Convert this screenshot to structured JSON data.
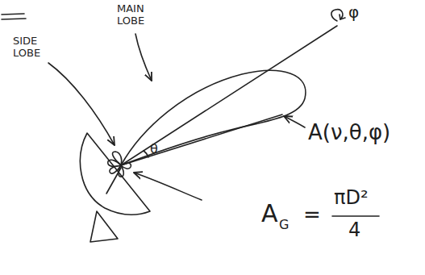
{
  "diagram": {
    "labels": [
      "MAIN LOBE",
      "SIDE LOBE",
      "A(ν,θ,φ)",
      "θ",
      "φ",
      "A",
      "G",
      "=",
      "πD²",
      "4"
    ]
  }
}
